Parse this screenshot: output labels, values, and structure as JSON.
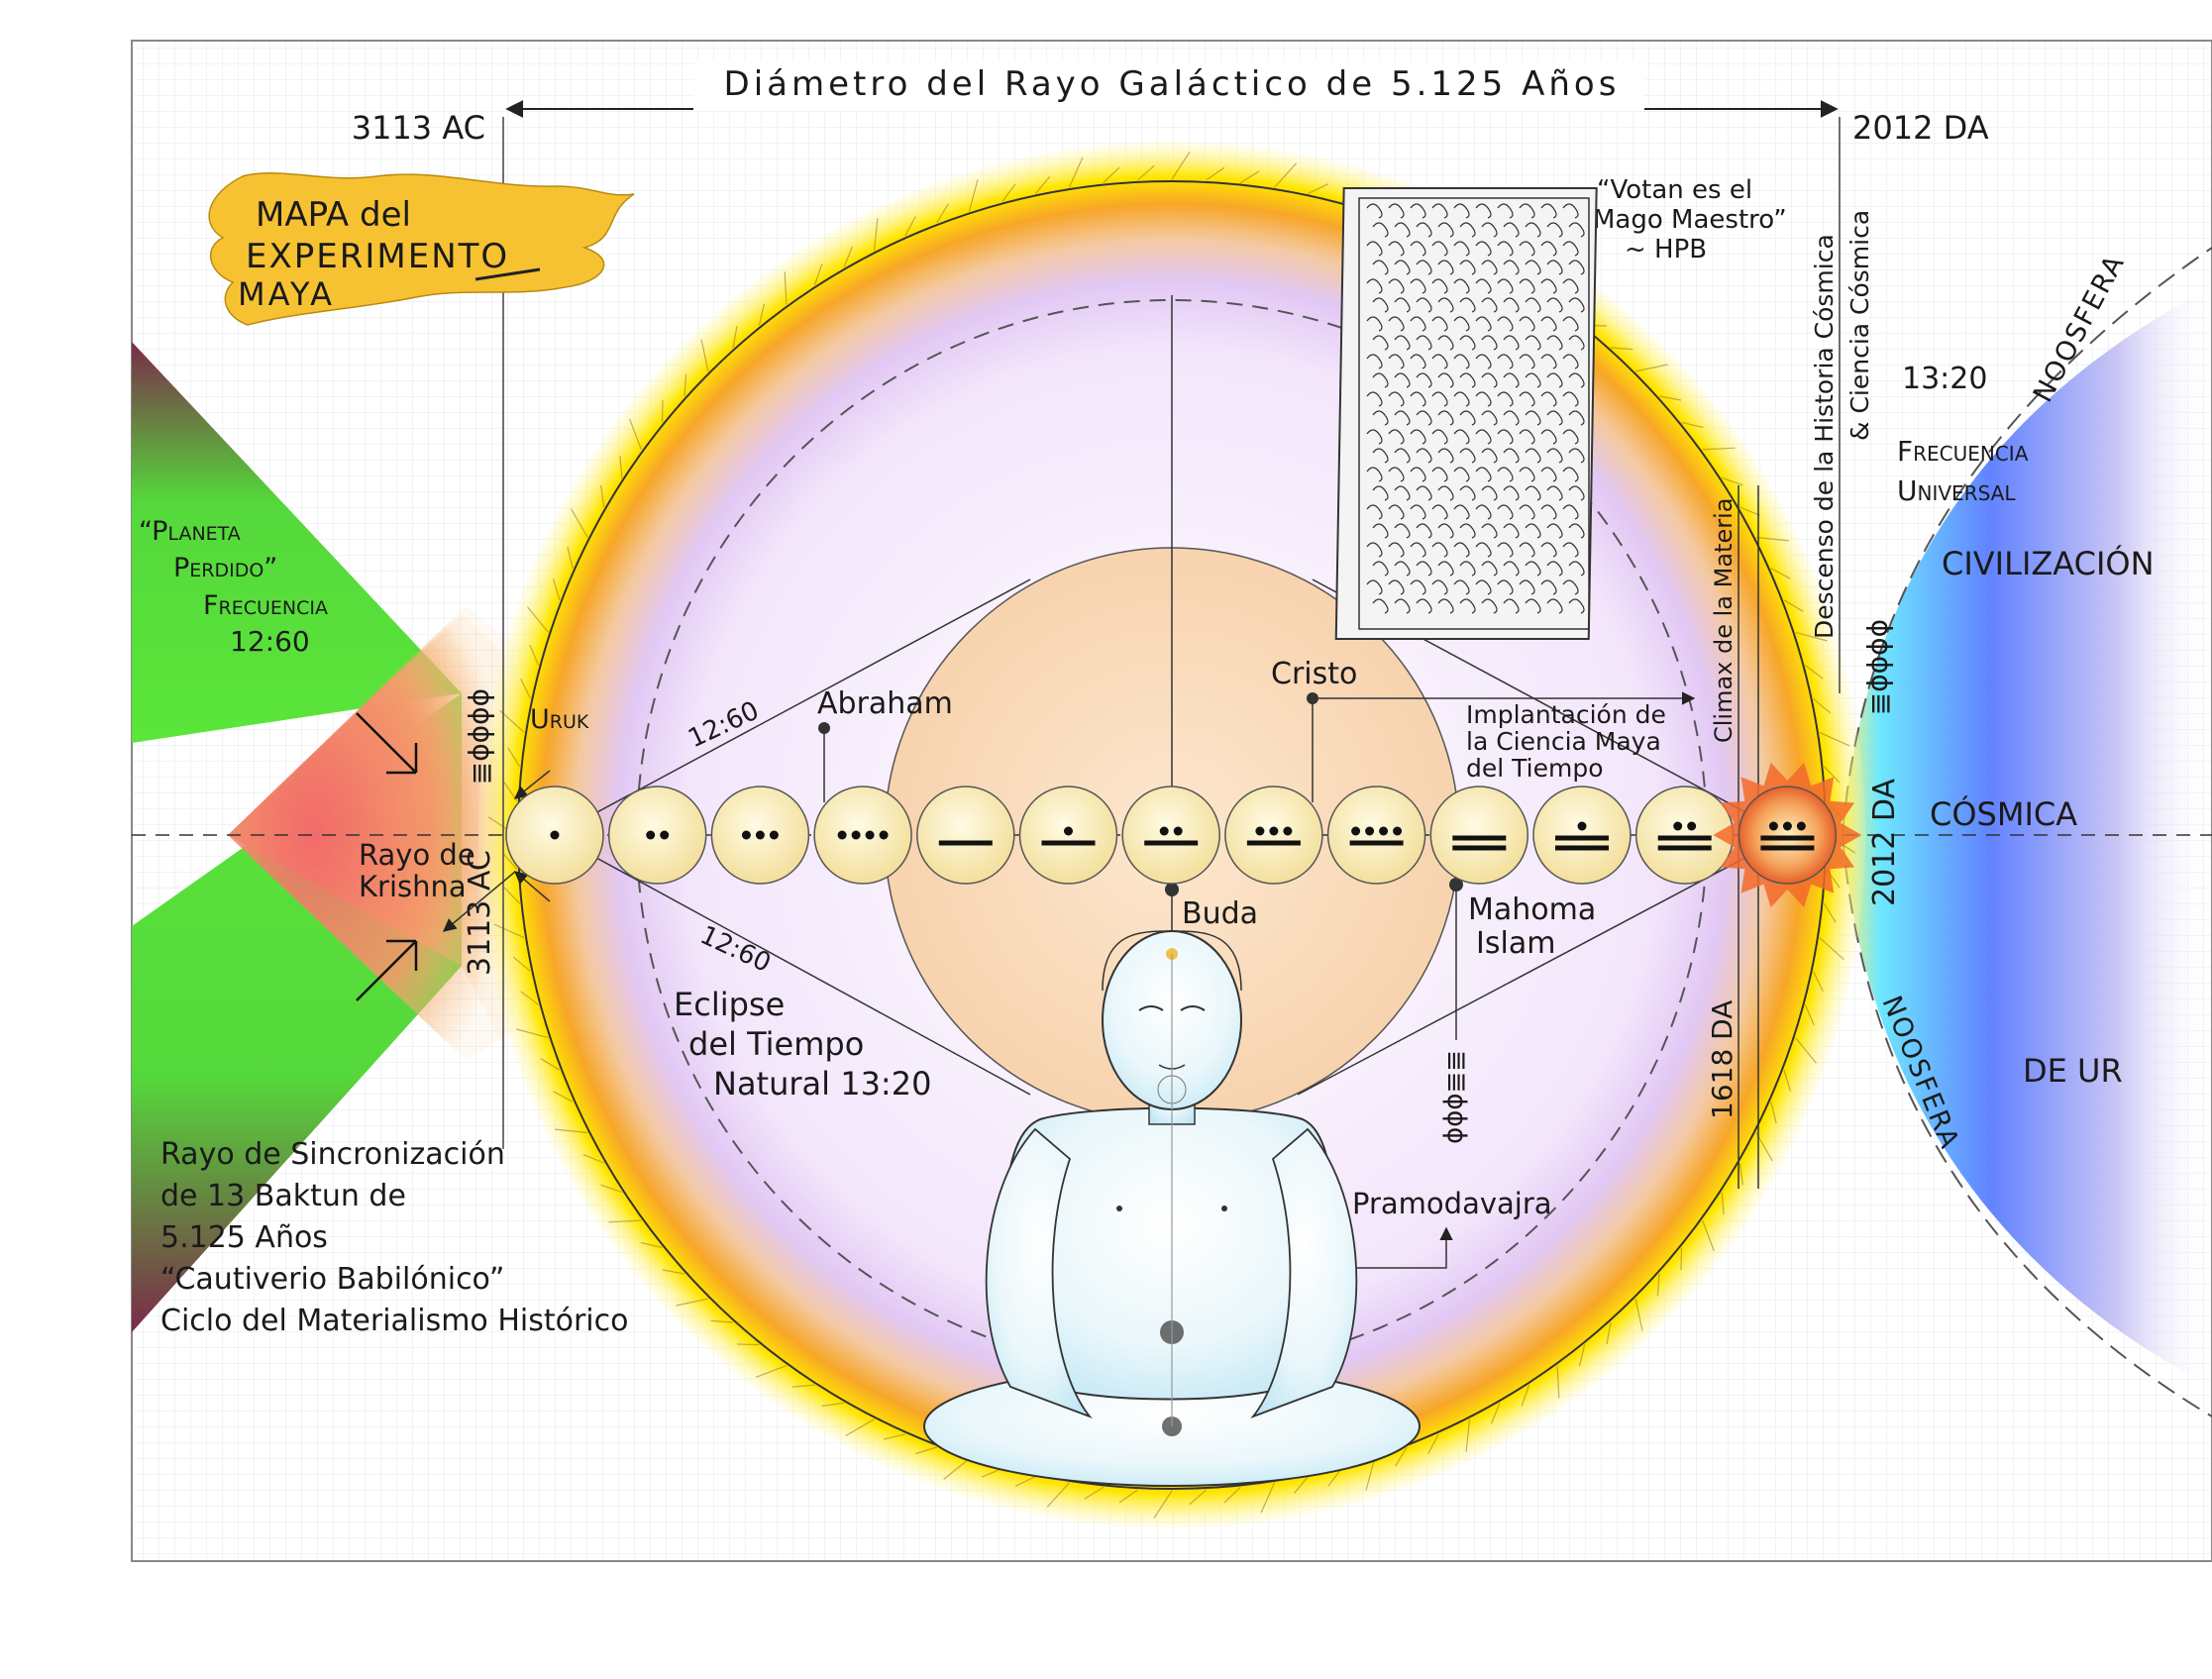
{
  "header": {
    "title": "Diámetro del Rayo Galáctico de 5.125 Años",
    "left_date": "3113 AC",
    "right_date": "2012 DA"
  },
  "flag": {
    "line1": "MAPA del",
    "line2": "EXPERIMENTO",
    "line3": "MAYA"
  },
  "left_panel": {
    "planeta_line1": "“Planeta",
    "planeta_line2": "Perdido”",
    "frecuencia_label": "Frecuencia",
    "frecuencia_value": "12:60",
    "rayo_krishna_1": "Rayo de",
    "rayo_krishna_2": "Krishna",
    "vertical_date": "3113  AC",
    "sync_lines": [
      "Rayo de Sincronización",
      "de 13 Baktun de",
      "5.125 Años",
      "“Cautiverio Babilónico”",
      "Ciclo del Materialismo Histórico"
    ]
  },
  "labels": {
    "uruk": "Uruk",
    "ratio_upper": "12:60",
    "ratio_lower": "12:60",
    "abraham": "Abraham",
    "cristo": "Cristo",
    "buda": "Buda",
    "mahoma": "Mahoma",
    "islam": "Islam",
    "implantacion": [
      "Implantación de",
      "la Ciencia Maya",
      "del Tiempo"
    ],
    "eclipse": [
      "Eclipse",
      "del Tiempo",
      "Natural 13:20"
    ],
    "pramodavajra": "Pramodavajra",
    "votan": [
      "“Votan es el",
      "Mago Maestro”",
      "~ HPB"
    ],
    "climax": "Climax de la Materia",
    "date_1618": "1618  DA",
    "descenso": "Descenso de la Historia Cósmica",
    "ciencia_cosmica": "& Ciencia Cósmica",
    "date_2012_vertical": "2012  DA"
  },
  "right_panel": {
    "freq_value": "13:20",
    "freq_label_1": "Frecuencia",
    "freq_label_2": "Universal",
    "civilizacion": "CIVILIZACIÓN",
    "cosmica": "CÓSMICA",
    "de_ur": "DE  UR",
    "noosfera_top": "NOOSFERA",
    "noosfera_bottom": "NOOSFERA"
  },
  "baktuns": [
    {
      "number": 1
    },
    {
      "number": 2
    },
    {
      "number": 3
    },
    {
      "number": 4
    },
    {
      "number": 5
    },
    {
      "number": 6
    },
    {
      "number": 7
    },
    {
      "number": 8
    },
    {
      "number": 9
    },
    {
      "number": 10
    },
    {
      "number": 11
    },
    {
      "number": 12
    },
    {
      "number": 13
    }
  ],
  "colors": {
    "sun_yellow": "#ffe600",
    "sun_orange": "#f5a623",
    "inner_violet": "#e7d2f7",
    "left_green": "#5be63a",
    "left_red": "#f07a6a",
    "left_maroon": "#7a2a4a",
    "noosfera_blue": "#5a7cff",
    "noosfera_cyan": "#66e6ff",
    "flag_yellow": "#f7c232",
    "grid": "#dbe0ea"
  }
}
